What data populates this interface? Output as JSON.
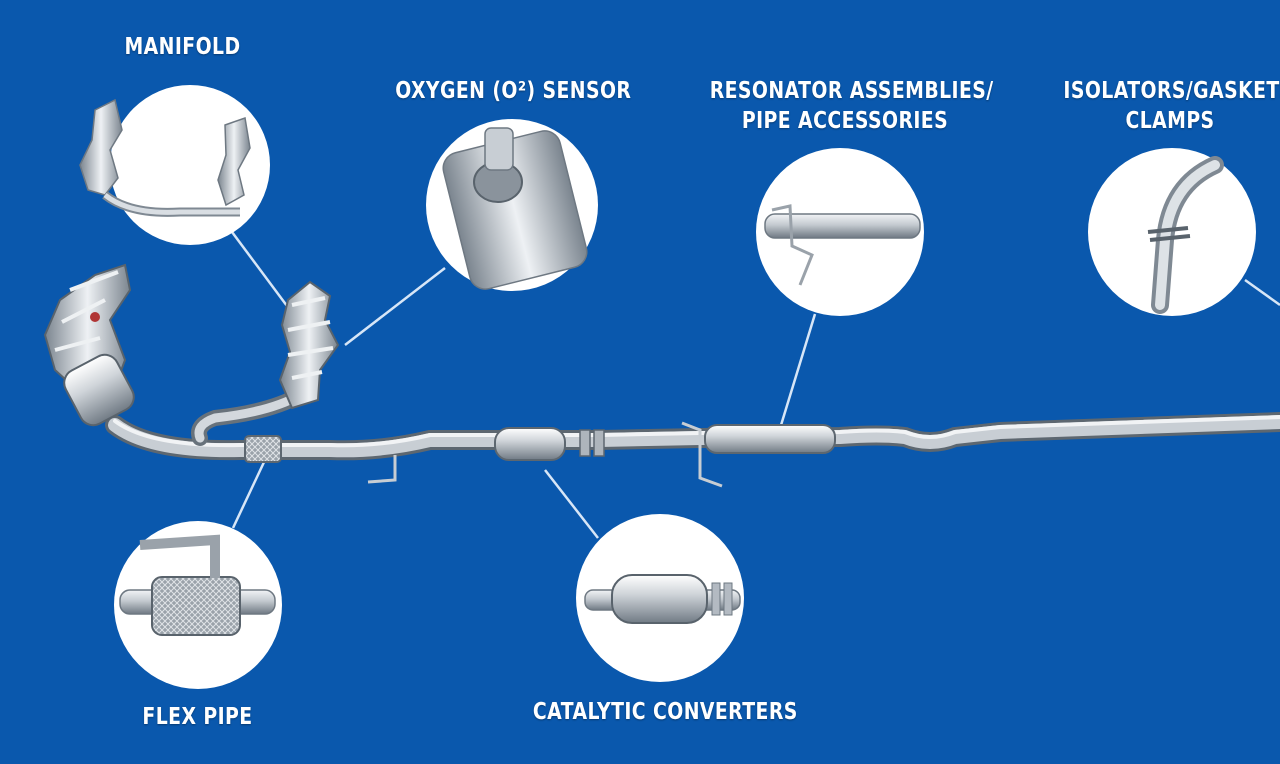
{
  "colors": {
    "background": "#0a58ad",
    "callout_circle": "#ffffff",
    "leader_line": "#d7e6f7",
    "metal_light": "#e4e8ec",
    "metal_mid": "#b3bac2",
    "metal_dark": "#6e7882"
  },
  "labels": {
    "manifold": "MANIFOLD",
    "oxygen_sensor": "OXYGEN (O²) SENSOR",
    "resonator_line1": "RESONATOR ASSEMBLIES/",
    "resonator_line2": "PIPE ACCESSORIES",
    "isolators_line1": "ISOLATORS/GASKETS/",
    "isolators_line2": "CLAMPS",
    "flex_pipe": "FLEX PIPE",
    "catalytic_converters": "CATALYTIC CONVERTERS"
  }
}
